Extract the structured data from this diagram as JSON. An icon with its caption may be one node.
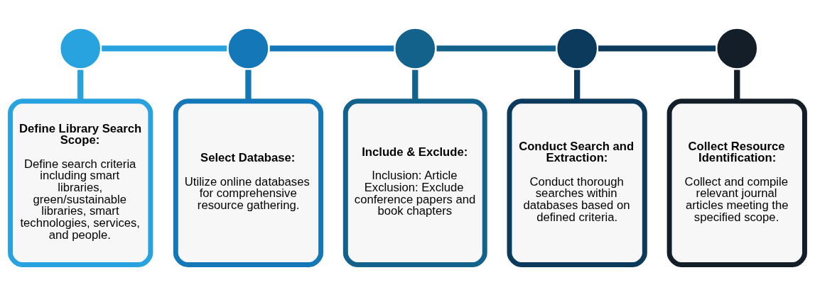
{
  "diagram": {
    "nodes": [
      {
        "text": [],
        "shape": "circle"
      },
      {
        "text": [],
        "shape": "circle"
      },
      {
        "text": [],
        "shape": "circle"
      },
      {
        "text": [],
        "shape": "circle"
      },
      {
        "text": [],
        "shape": "circle"
      },
      {
        "text": [
          "Define Library Search Scope:",
          "Define search criteria including smart libraries, green/sustainable libraries, smart technologies, services, and people."
        ]
      },
      {
        "text": [
          "Select Database:",
          "Utilize online databases for comprehensive resource gathering."
        ]
      },
      {
        "text": [
          "Include & Exclude:",
          "Inclusion: Article Exclusion: Exclude conference papers and book chapters"
        ]
      },
      {
        "text": [
          "Conduct Search and Extraction:",
          "Conduct thorough searches within databases based on defined criteria."
        ]
      },
      {
        "text": [
          "Collect Resource Identification:",
          "Collect and compile relevant journal articles meeting the specified scope."
        ]
      }
    ],
    "edges": [
      {
        "from": 0,
        "to": 1,
        "arrow": "none",
        "color": "#29a3e0"
      },
      {
        "from": 1,
        "to": 2,
        "arrow": "none",
        "color": "#1478b8"
      },
      {
        "from": 2,
        "to": 3,
        "arrow": "none",
        "color": "#12628c"
      },
      {
        "from": 3,
        "to": 4,
        "arrow": "none",
        "color": "#0c3a5c"
      },
      {
        "from": 0,
        "to": 5,
        "arrow": "none",
        "color": "#29a3e0"
      },
      {
        "from": 1,
        "to": 6,
        "arrow": "none",
        "color": "#1478b8"
      },
      {
        "from": 2,
        "to": 7,
        "arrow": "none",
        "color": "#12628c"
      },
      {
        "from": 3,
        "to": 8,
        "arrow": "none",
        "color": "#0c3a5c"
      },
      {
        "from": 4,
        "to": 9,
        "arrow": "none",
        "color": "#141e28"
      }
    ]
  }
}
